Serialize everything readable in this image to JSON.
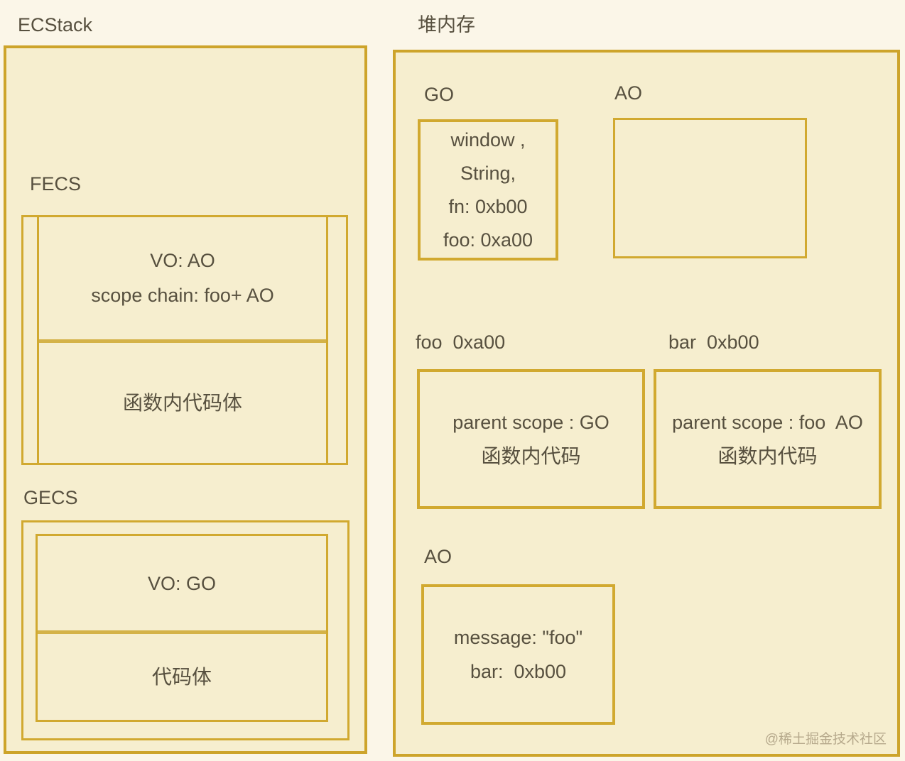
{
  "page": {
    "background_color": "#FBF6E8",
    "box_fill_color": "#F6EECF",
    "border_color": "#D1A930",
    "text_color": "#57503F",
    "watermark": "@稀土掘金技术社区"
  },
  "ecstack": {
    "title": "ECStack",
    "fecs": {
      "label": "FECS",
      "vo": "VO: AO",
      "scope_chain": "scope chain: foo+ AO",
      "body": "函数内代码体"
    },
    "gecs": {
      "label": "GECS",
      "vo": "VO: GO",
      "body": "代码体"
    }
  },
  "heap": {
    "title": "堆内存",
    "go": {
      "label": "GO",
      "lines": [
        "window ,",
        "String,",
        "fn: 0xb00",
        "foo: 0xa00"
      ]
    },
    "ao_empty": {
      "label": "AO"
    },
    "foo": {
      "label": "foo  0xa00",
      "parent_scope": "parent scope : GO",
      "body": "函数内代码"
    },
    "bar": {
      "label": "bar  0xb00",
      "parent_scope": "parent scope : foo  AO",
      "body": "函数内代码"
    },
    "ao": {
      "label": "AO",
      "lines": [
        "message: \"foo\"",
        "bar:  0xb00"
      ]
    }
  }
}
